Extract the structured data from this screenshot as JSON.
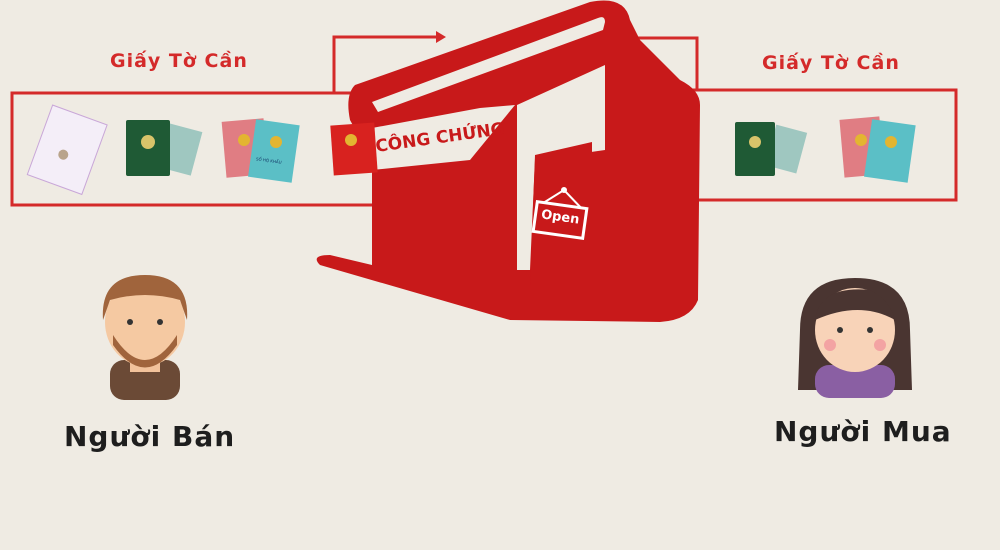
{
  "left_section": {
    "title": "Giấy Tờ Cần",
    "person_label": "Người Bán",
    "documents": [
      "certificate",
      "passport-and-id-card",
      "household-registration-books",
      "red-book"
    ]
  },
  "right_section": {
    "title": "Giấy Tờ Cần",
    "person_label": "Người Mua",
    "documents": [
      "passport-and-id-card",
      "household-registration-books"
    ]
  },
  "office": {
    "sign_text": "CÔNG CHỨNG",
    "door_sign": "Open"
  },
  "book_text": "SỔ HỘ KHẨU",
  "colors": {
    "accent": "#c8191a",
    "background": "#efebe3",
    "teal_book": "#5bbfc6",
    "pink_book": "#e07d83",
    "green_passport": "#1f5a35"
  }
}
